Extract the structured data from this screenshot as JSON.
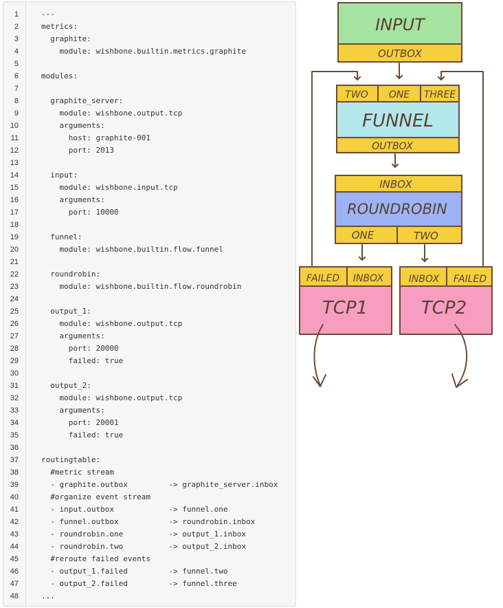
{
  "code": {
    "lines": [
      {
        "n": "1",
        "t": "---"
      },
      {
        "n": "2",
        "t": "metrics:"
      },
      {
        "n": "3",
        "t": "  graphite:"
      },
      {
        "n": "4",
        "t": "    module: wishbone.builtin.metrics.graphite"
      },
      {
        "n": "5",
        "t": ""
      },
      {
        "n": "6",
        "t": "modules:"
      },
      {
        "n": "7",
        "t": ""
      },
      {
        "n": "8",
        "t": "  graphite_server:"
      },
      {
        "n": "9",
        "t": "    module: wishbone.output.tcp"
      },
      {
        "n": "10",
        "t": "    arguments:"
      },
      {
        "n": "11",
        "t": "      host: graphite-001"
      },
      {
        "n": "12",
        "t": "      port: 2013"
      },
      {
        "n": "13",
        "t": ""
      },
      {
        "n": "14",
        "t": "  input:"
      },
      {
        "n": "15",
        "t": "    module: wishbone.input.tcp"
      },
      {
        "n": "16",
        "t": "    arguments:"
      },
      {
        "n": "17",
        "t": "      port: 10000"
      },
      {
        "n": "18",
        "t": ""
      },
      {
        "n": "19",
        "t": "  funnel:"
      },
      {
        "n": "20",
        "t": "    module: wishbone.builtin.flow.funnel"
      },
      {
        "n": "21",
        "t": ""
      },
      {
        "n": "22",
        "t": "  roundrobin:"
      },
      {
        "n": "23",
        "t": "    module: wishbone.builtin.flow.roundrobin"
      },
      {
        "n": "24",
        "t": ""
      },
      {
        "n": "25",
        "t": "  output_1:"
      },
      {
        "n": "26",
        "t": "    module: wishbone.output.tcp"
      },
      {
        "n": "27",
        "t": "    arguments:"
      },
      {
        "n": "28",
        "t": "      port: 20000"
      },
      {
        "n": "29",
        "t": "      failed: true"
      },
      {
        "n": "30",
        "t": ""
      },
      {
        "n": "31",
        "t": "  output_2:"
      },
      {
        "n": "32",
        "t": "    module: wishbone.output.tcp"
      },
      {
        "n": "33",
        "t": "    arguments:"
      },
      {
        "n": "34",
        "t": "      port: 20001"
      },
      {
        "n": "35",
        "t": "      failed: true"
      },
      {
        "n": "36",
        "t": ""
      },
      {
        "n": "37",
        "t": "routingtable:"
      },
      {
        "n": "38",
        "t": "  #metric stream"
      },
      {
        "n": "39",
        "t": "  - graphite.outbox         -> graphite_server.inbox"
      },
      {
        "n": "40",
        "t": "  #organize event stream"
      },
      {
        "n": "41",
        "t": "  - input.outbox            -> funnel.one"
      },
      {
        "n": "42",
        "t": "  - funnel.outbox           -> roundrobin.inbox"
      },
      {
        "n": "43",
        "t": "  - roundrobin.one          -> output_1.inbox"
      },
      {
        "n": "44",
        "t": "  - roundrobin.two          -> output_2.inbox"
      },
      {
        "n": "45",
        "t": "  #reroute failed events"
      },
      {
        "n": "46",
        "t": "  - output_1.failed         -> funnel.two"
      },
      {
        "n": "47",
        "t": "  - output_2.failed         -> funnel.three"
      },
      {
        "n": "48",
        "t": "..."
      }
    ]
  },
  "diagram": {
    "input": {
      "title": "INPUT",
      "outbox": "OUTBOX",
      "color": "#a6e3a1"
    },
    "funnel": {
      "in_two": "TWO",
      "in_one": "ONE",
      "in_three": "THREE",
      "title": "FUNNEL",
      "outbox": "OUTBOX",
      "color": "#b2e8ec"
    },
    "roundrobin": {
      "inbox": "INBOX",
      "title": "ROUNDROBIN",
      "out_one": "ONE",
      "out_two": "TWO",
      "color": "#9db3f5"
    },
    "tcp1": {
      "failed": "FAILED",
      "inbox": "INBOX",
      "title": "TCP1",
      "color": "#f79ec0"
    },
    "tcp2": {
      "inbox": "INBOX",
      "failed": "FAILED",
      "title": "TCP2",
      "color": "#f79ec0"
    },
    "queue_color": "#f5cf3c",
    "line_color": "#6b4a36"
  }
}
